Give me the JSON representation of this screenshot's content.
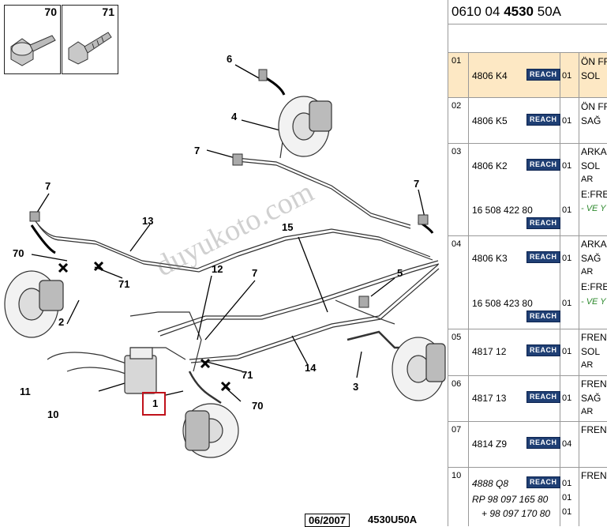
{
  "diagram": {
    "fasteners": [
      {
        "num": "70",
        "icon": "flange-bolt-icon"
      },
      {
        "num": "71",
        "icon": "hex-screw-icon"
      }
    ],
    "callouts": {
      "c1": "1",
      "c2": "2",
      "c3": "3",
      "c4": "4",
      "c5": "5",
      "c6": "6",
      "c7a": "7",
      "c7b": "7",
      "c7c": "7",
      "c7d": "7",
      "c10": "10",
      "c11": "11",
      "c12": "12",
      "c13": "13",
      "c14": "14",
      "c15": "15",
      "c70a": "70",
      "c70b": "70",
      "c71a": "71",
      "c71b": "71"
    },
    "watermark": "duyukoto.com",
    "footer_date": "06/2007",
    "footer_code": "4530U50A"
  },
  "parts": {
    "header_prefix": "0610 04 ",
    "header_bold": "4530",
    "header_suffix": " 50A",
    "reach_label": "REACH",
    "rows": [
      {
        "idx": "01",
        "ref": "4806 K4",
        "qty": "01",
        "desc": "ÖN FR",
        "desc2": "SOL"
      },
      {
        "idx": "02",
        "ref": "4806 K5",
        "qty": "01",
        "desc": "ÖN FR",
        "desc2": "SAĞ"
      },
      {
        "idx": "03",
        "ref": "4806 K2",
        "qty": "01",
        "desc": "ARKA",
        "desc2": "SOL",
        "desc3": "AR",
        "desc4": "E:FRE",
        "ref2": "16 508 422 80",
        "qty2": "01",
        "green": "- VE Y"
      },
      {
        "idx": "04",
        "ref": "4806 K3",
        "qty": "01",
        "desc": "ARKA",
        "desc2": "SAĞ",
        "desc3": "AR",
        "desc4": "E:FRE",
        "ref2": "16 508 423 80",
        "qty2": "01",
        "green": "- VE Y"
      },
      {
        "idx": "05",
        "ref": "4817 12",
        "qty": "01",
        "desc": "FREN",
        "desc2": "SOL",
        "desc3": "AR"
      },
      {
        "idx": "06",
        "ref": "4817 13",
        "qty": "01",
        "desc": "FREN",
        "desc2": "SAĞ",
        "desc3": "AR"
      },
      {
        "idx": "07",
        "ref": "4814 Z9",
        "qty": "04",
        "desc": "FREN"
      },
      {
        "idx": "10",
        "ref": "4888 Q8",
        "qty": "01",
        "desc": "FREN",
        "ref2": "RP 98 097 165 80",
        "qty2": "01",
        "ref3": "+ 98 097 170 80",
        "qty3": "01"
      }
    ]
  }
}
